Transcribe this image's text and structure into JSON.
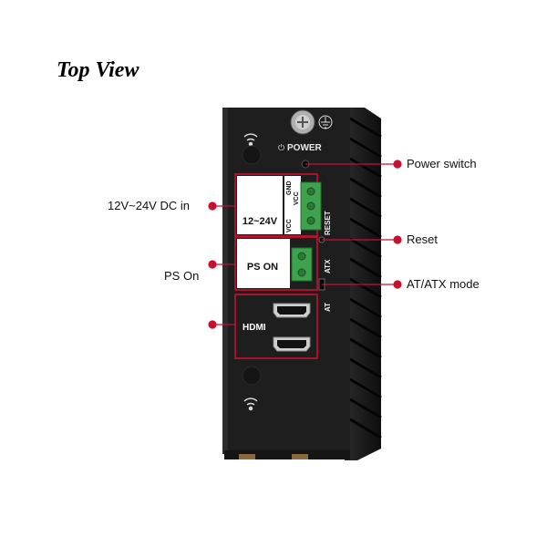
{
  "title": "Top View",
  "device": {
    "power_label": "POWER",
    "power_glyph": "⏻",
    "dc_block_label": "12~24V",
    "dc_pins": [
      "VCC",
      "VCC",
      "GND"
    ],
    "ps_on_label": "PS ON",
    "hdmi_label": "HDMI",
    "reset_label": "RESET",
    "atx_label": "ATX",
    "at_label": "AT"
  },
  "callouts": {
    "power_switch": "Power switch",
    "dc_in": "12V~24V DC in",
    "reset": "Reset",
    "ps_on": "PS On",
    "at_atx_mode": "AT/ATX mode"
  },
  "colors": {
    "accent": "#c8102e",
    "chassis": "#1e1e1e",
    "terminal_green": "#3fa34d"
  }
}
